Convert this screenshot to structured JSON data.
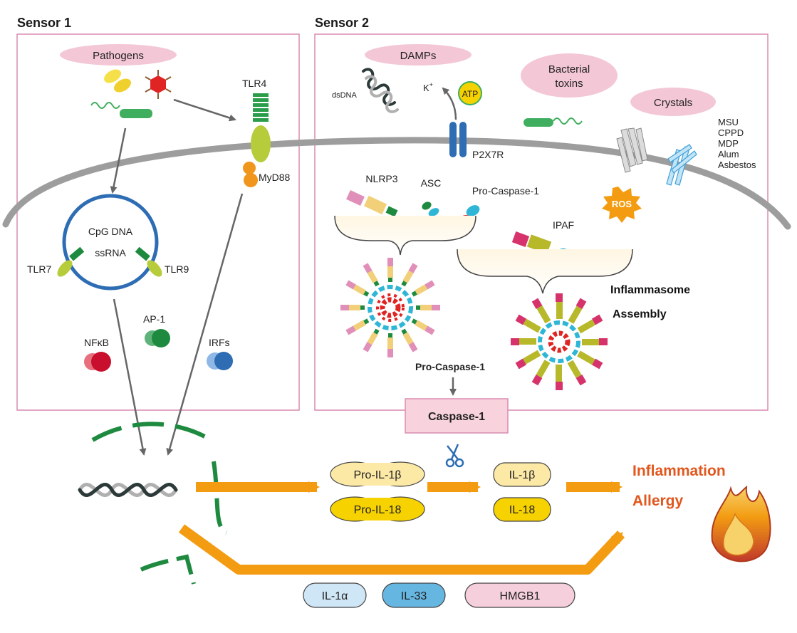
{
  "sections": {
    "sensor1": "Sensor 1",
    "sensor2": "Sensor 2"
  },
  "sensor1": {
    "pathogens": "Pathogens",
    "tlr4": "TLR4",
    "myd88": "MyD88",
    "cpg_dna": "CpG DNA",
    "ssrna": "ssRNA",
    "tlr7": "TLR7",
    "tlr9": "TLR9",
    "ap1": "AP-1",
    "nfkb": "NFκB",
    "irfs": "IRFs"
  },
  "sensor2": {
    "damps": "DAMPs",
    "dsdna": "dsDNA",
    "k_plus": "K",
    "k_sup": "+",
    "atp": "ATP",
    "p2x7r": "P2X7R",
    "bacterial_toxins_1": "Bacterial",
    "bacterial_toxins_2": "toxins",
    "crystals": "Crystals",
    "crystal_types": [
      "MSU",
      "CPPD",
      "MDP",
      "Alum",
      "Asbestos"
    ],
    "nlrp3": "NLRP3",
    "asc": "ASC",
    "pro_caspase1": "Pro-Caspase-1",
    "ros": "ROS",
    "ipaf": "IPAF",
    "inflammasome_1": "Inflammasome",
    "inflammasome_2": "Assembly",
    "pro_caspase1_bold": "Pro-Caspase-1"
  },
  "outputs": {
    "caspase1": "Caspase-1",
    "pro_il1b": "Pro-IL-1β",
    "pro_il18": "Pro-IL-18",
    "il1b": "IL-1β",
    "il18": "IL-18",
    "inflammation": "Inflammation",
    "allergy": "Allergy",
    "il1a": "IL-1α",
    "il33": "IL-33",
    "hmgb1": "HMGB1"
  },
  "colors": {
    "box_border": "#d98cb0",
    "membrane": "#9d9d9d",
    "endosome": "#2e6db4",
    "arrow_orange": "#f39c12",
    "inflammation_text": "#e2571e",
    "caspase_fill": "#f8d3dd",
    "pro_il_light": "#fde9a6",
    "pro_il_yellow": "#f6d200",
    "il1a_fill": "#cfe6f6",
    "il33_fill": "#66b6e2",
    "hmgb1_fill": "#f5cfdb",
    "pill_pink": "#f3c7d6",
    "green_dna": "#1e8a3f"
  },
  "icons": [
    "pathogen-icon",
    "receptor-icon",
    "dna-icon",
    "scissors-icon",
    "flame-icon",
    "ros-burst-icon",
    "crystal-icon",
    "inflammasome-icon"
  ]
}
